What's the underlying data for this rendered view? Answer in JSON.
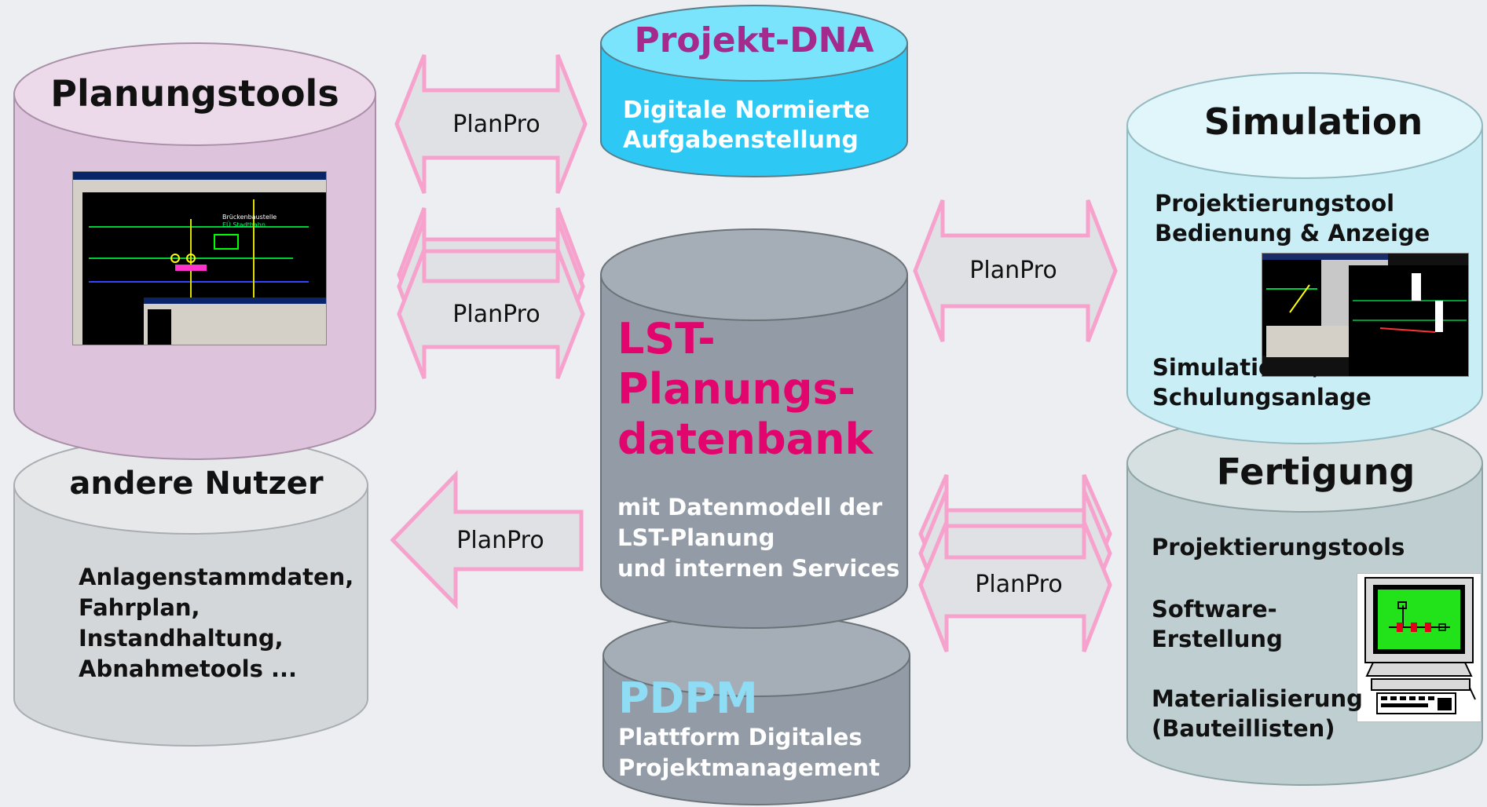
{
  "colors": {
    "background": "#eceef1",
    "planung_body": "#dec3dc",
    "planung_top": "#ecdaeb",
    "nutzer_body": "#d4d7da",
    "nutzer_top": "#e6e8ea",
    "dna_body": "#2ec8f5",
    "dna_top": "#79e4fb",
    "lst_body": "#939ca6",
    "lst_top": "#a5adb6",
    "sim_body": "#c9eef6",
    "sim_top": "#e0f6fb",
    "fert_body": "#bfcfd1",
    "fert_top": "#d6e0e1",
    "arrow_fill": "#e0e1e4",
    "arrow_stroke": "#f6a2cd",
    "magenta": "#e3056e",
    "purple": "#a42a8e",
    "white_text": "#ffffff",
    "light_blue_text": "#8fdcf5"
  },
  "planungstools": {
    "title": "Planungstools"
  },
  "andere_nutzer": {
    "title": "andere Nutzer",
    "lines": [
      "Anlagenstammdaten,",
      "Fahrplan,",
      "Instandhaltung,",
      "Abnahmetools ..."
    ]
  },
  "projekt_dna": {
    "title": "Projekt-DNA",
    "lines": [
      "Digitale Normierte",
      "Aufgabenstellung"
    ]
  },
  "lst": {
    "title_lines": [
      "LST-",
      "Planungs-",
      "datenbank"
    ],
    "sub_lines": [
      "mit Datenmodell der",
      "LST-Planung",
      "und internen Services"
    ]
  },
  "pdpm": {
    "title": "PDPM",
    "lines": [
      "Plattform Digitales",
      "Projektmanagement"
    ]
  },
  "simulation": {
    "title": "Simulation",
    "lines_top": [
      "Projektierungstool",
      "Bedienung & Anzeige"
    ],
    "lines_bottom": [
      "Simulations-/",
      "Schulungsanlage"
    ]
  },
  "fertigung": {
    "title": "Fertigung",
    "item1": "Projektierungstools",
    "item2_lines": [
      "Software-",
      "Erstellung"
    ],
    "item3_lines": [
      "Materialisierung",
      "(Bauteillisten)"
    ]
  },
  "arrows": {
    "a1": "PlanPro",
    "a2": "PlanPro",
    "a3": "PlanPro",
    "a4": "PlanPro",
    "a5": "PlanPro"
  },
  "icons": [
    "cad-screenshot",
    "simulation-screenshot",
    "computer-icon"
  ]
}
